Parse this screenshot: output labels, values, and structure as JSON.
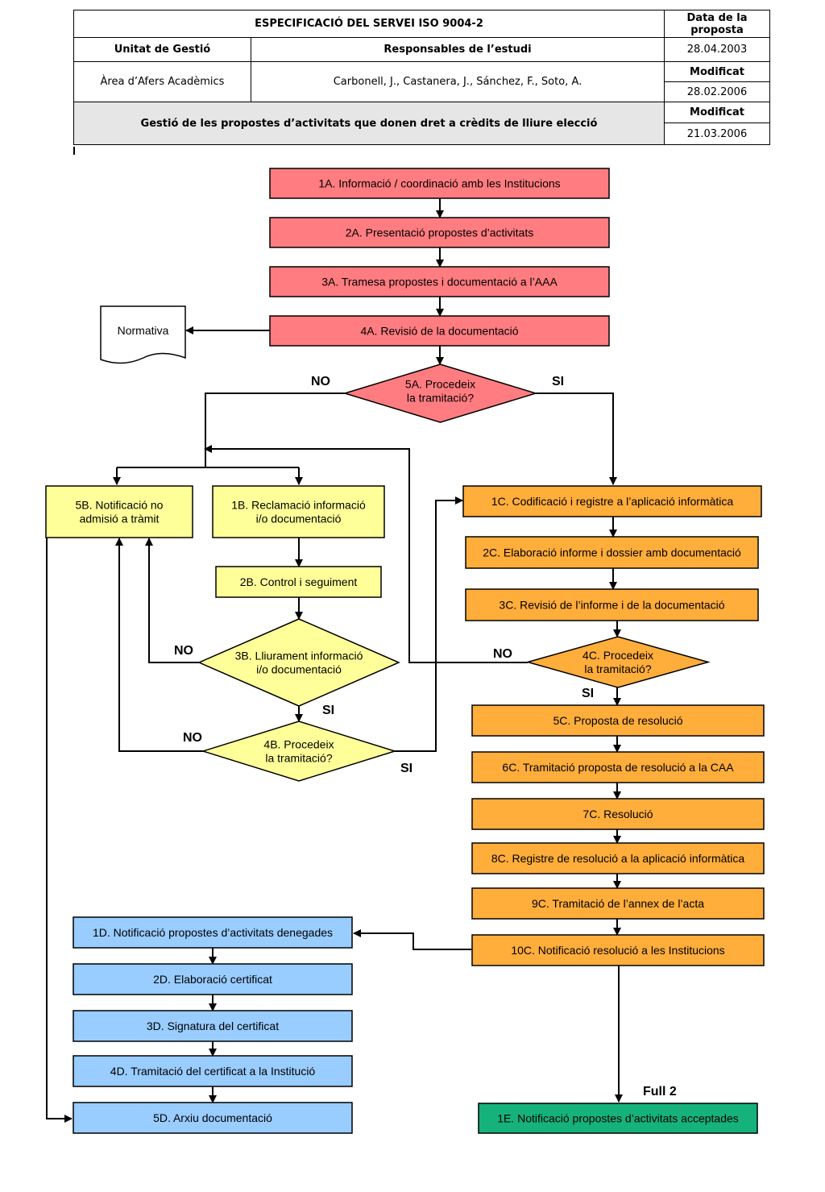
{
  "header": {
    "title": "ESPECIFICACIÓ DEL SERVEI   ISO 9004-2",
    "data_label": "Data de la proposta",
    "unit_label": "Unitat de Gestió",
    "resp_label": "Responsables de l’estudi",
    "date1": "28.04.2003",
    "unit_value": "Àrea d’Afers Acadèmics",
    "resp_value": "Carbonell, J., Castanera, J., Sánchez, F., Soto, A.",
    "mod_label1": "Modificat",
    "date2": "28.02.2006",
    "process": "Gestió de les propostes d’activitats que donen dret a crèdits de lliure elecció",
    "mod_label2": "Modificat",
    "date3": "21.03.2006"
  },
  "colors": {
    "red": "#ff7c80",
    "yellow": "#ffff99",
    "orange": "#ffad3b",
    "blue": "#99ccff",
    "green": "#16b27c"
  },
  "nodes": {
    "n1A": [
      "1A. Informació / coordinació amb les Institucions"
    ],
    "n2A": [
      "2A. Presentació propostes d’activitats"
    ],
    "n3A": [
      "3A. Tramesa propostes i documentació a l’AAA"
    ],
    "n4A": [
      "4A. Revisió de la documentació"
    ],
    "normativa": [
      "Normativa"
    ],
    "n5A": [
      "5A. Procedeix",
      "la tramitació?"
    ],
    "n5B": [
      "5B. Notificació no",
      "admisió a tràmit"
    ],
    "n1B": [
      "1B. Reclamació informació",
      "i/o documentació"
    ],
    "n2B": [
      "2B. Control i seguiment"
    ],
    "n3B": [
      "3B. Lliurament informació",
      "i/o documentació"
    ],
    "n4B": [
      "4B. Procedeix",
      "la tramitació?"
    ],
    "n1C": [
      "1C. Codificació i registre a l’aplicació informàtica"
    ],
    "n2C": [
      "2C. Elaboració informe i dossier amb documentació"
    ],
    "n3C": [
      "3C. Revisió de l’informe i de la documentació"
    ],
    "n4C": [
      "4C. Procedeix",
      "la tramitació?"
    ],
    "n5C": [
      "5C. Proposta de resolució"
    ],
    "n6C": [
      "6C. Tramitació proposta de resolució a la CAA"
    ],
    "n7C": [
      "7C. Resolució"
    ],
    "n8C": [
      "8C. Registre de resolució a la aplicació informàtica"
    ],
    "n9C": [
      "9C. Tramitació de l’annex de l’acta"
    ],
    "n10C": [
      "10C. Notificació resolució a les Institucions"
    ],
    "n1D": [
      "1D. Notificació propostes d’activitats denegades"
    ],
    "n2D": [
      "2D. Elaboració certificat"
    ],
    "n3D": [
      "3D. Signatura del certificat"
    ],
    "n4D": [
      "4D. Tramitació del certificat a la Institució"
    ],
    "n5D": [
      "5D. Arxiu documentació"
    ],
    "n1E": [
      "1E. Notificació propostes d’activitats acceptades"
    ]
  },
  "labels": {
    "no_5A": "NO",
    "si_5A": "SI",
    "no_3B": "NO",
    "si_3B": "SI",
    "no_4B": "NO",
    "si_4B": "SI",
    "no_4C": "NO",
    "si_4C": "SI",
    "full2": "Full 2"
  }
}
